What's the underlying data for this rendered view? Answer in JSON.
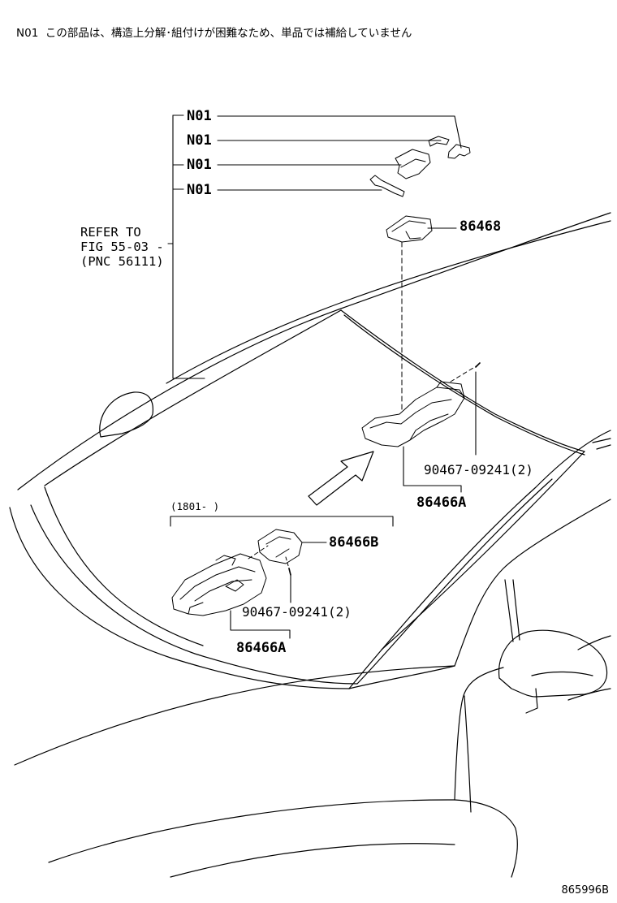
{
  "note": {
    "code": "N01",
    "text": "この部品は、構造上分解･組付けが困難なため、単品では補給していません"
  },
  "refer": {
    "line1": "REFER TO",
    "line2": "FIG 55-03 -",
    "line3": "(PNC 56111)"
  },
  "labels": {
    "n01_1": "N01",
    "n01_2": "N01",
    "n01_3": "N01",
    "n01_4": "N01",
    "p86468": "86468",
    "p90467_upper": "90467-09241(2)",
    "p86466a_upper": "86466A",
    "date_range": "(1801-     )",
    "p86466b": "86466B",
    "p90467_lower": "90467-09241(2)",
    "p86466a_lower": "86466A"
  },
  "figure_id": "865996B",
  "colors": {
    "ink": "#000000",
    "background": "#ffffff"
  }
}
